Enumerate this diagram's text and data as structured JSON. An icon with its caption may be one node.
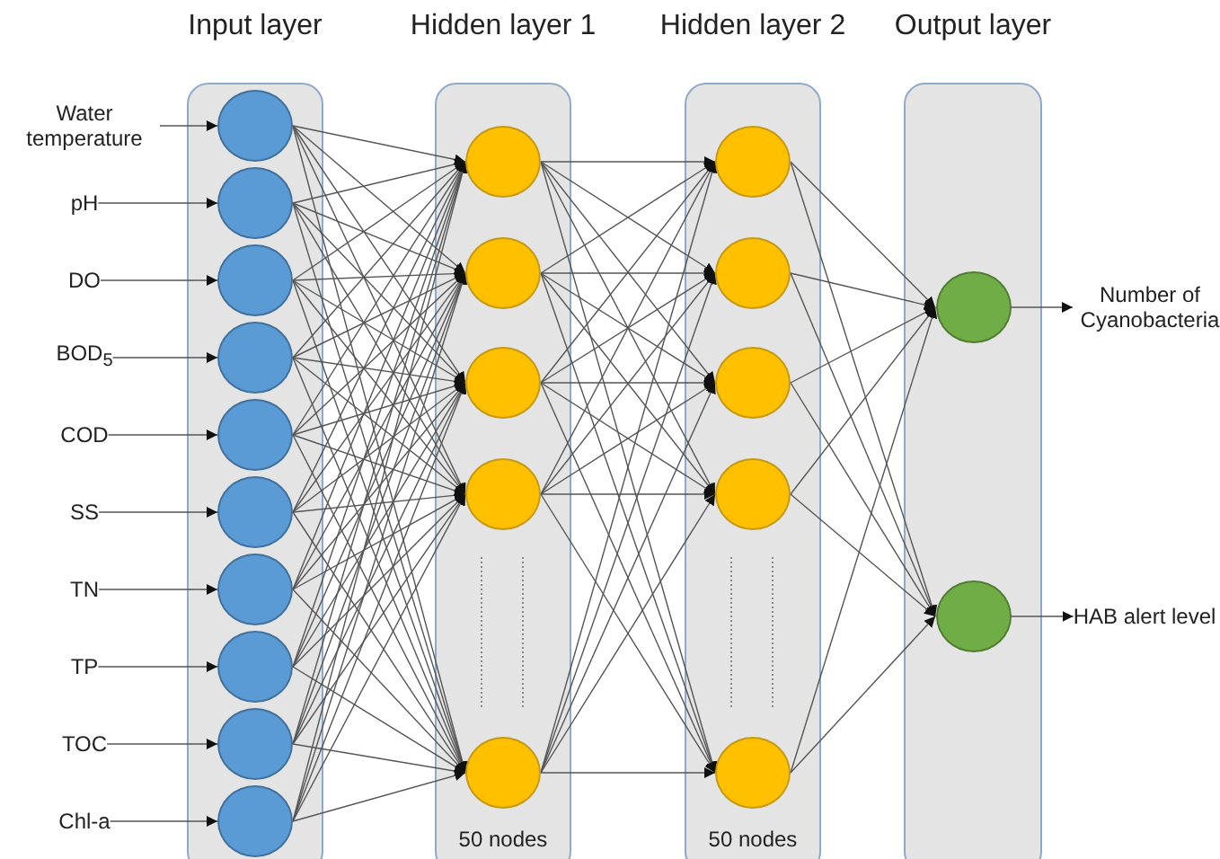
{
  "diagram": {
    "nodes": [
      {
        "text": [
          "Water temperature"
        ]
      },
      {
        "text": [
          "pH"
        ]
      },
      {
        "text": [
          "DO"
        ]
      },
      {
        "text": [
          "BOD$_{5}$"
        ]
      },
      {
        "text": [
          "COD"
        ]
      },
      {
        "text": [
          "SS"
        ]
      },
      {
        "text": [
          "TN"
        ]
      },
      {
        "text": [
          "TP"
        ]
      },
      {
        "text": [
          "TOC"
        ]
      },
      {
        "text": [
          "Chl-a"
        ]
      },
      {
        "text": [
          "Input layer"
        ]
      },
      {
        "text": [],
        "shape": "circle",
        "in": 10
      },
      {
        "text": [],
        "shape": "circle",
        "in": 10
      },
      {
        "text": [],
        "shape": "circle",
        "in": 10
      },
      {
        "text": [],
        "shape": "circle",
        "in": 10
      },
      {
        "text": [],
        "shape": "circle",
        "in": 10
      },
      {
        "text": [],
        "shape": "circle",
        "in": 10
      },
      {
        "text": [],
        "shape": "circle",
        "in": 10
      },
      {
        "text": [],
        "shape": "circle",
        "in": 10
      },
      {
        "text": [],
        "shape": "circle",
        "in": 10
      },
      {
        "text": [],
        "shape": "circle",
        "in": 10
      },
      {
        "text": [
          "Hidden layer 1",
          "50 nodes"
        ]
      },
      {
        "text": [],
        "shape": "circle",
        "in": 21
      },
      {
        "text": [],
        "shape": "circle",
        "in": 21
      },
      {
        "text": [],
        "shape": "circle",
        "in": 21
      },
      {
        "text": [],
        "shape": "circle",
        "in": 21
      },
      {
        "text": [],
        "shape": "circle",
        "in": 21
      },
      {
        "text": [
          "Hidden layer 2",
          "50 nodes"
        ]
      },
      {
        "text": [],
        "shape": "circle",
        "in": 27
      },
      {
        "text": [],
        "shape": "circle",
        "in": 27
      },
      {
        "text": [],
        "shape": "circle",
        "in": 27
      },
      {
        "text": [],
        "shape": "circle",
        "in": 27
      },
      {
        "text": [],
        "shape": "circle",
        "in": 27
      },
      {
        "text": [
          "Output layer"
        ]
      },
      {
        "text": [],
        "shape": "circle",
        "in": 33
      },
      {
        "text": [],
        "shape": "circle",
        "in": 33
      },
      {
        "text": [
          "Number of Cyanobacteria"
        ]
      },
      {
        "text": [
          "HAB alert level"
        ]
      }
    ],
    "edges": [
      {
        "from": 0,
        "to": 11,
        "arrow": "to"
      },
      {
        "from": 1,
        "to": 12,
        "arrow": "to"
      },
      {
        "from": 2,
        "to": 13,
        "arrow": "to"
      },
      {
        "from": 3,
        "to": 14,
        "arrow": "to"
      },
      {
        "from": 4,
        "to": 15,
        "arrow": "to"
      },
      {
        "from": 5,
        "to": 16,
        "arrow": "to"
      },
      {
        "from": 6,
        "to": 17,
        "arrow": "to"
      },
      {
        "from": 7,
        "to": 18,
        "arrow": "to"
      },
      {
        "from": 8,
        "to": 19,
        "arrow": "to"
      },
      {
        "from": 9,
        "to": 20,
        "arrow": "to"
      },
      {
        "from": 11,
        "to": 22,
        "arrow": "to"
      },
      {
        "from": 11,
        "to": 23,
        "arrow": "to"
      },
      {
        "from": 11,
        "to": 24,
        "arrow": "to"
      },
      {
        "from": 11,
        "to": 25,
        "arrow": "to"
      },
      {
        "from": 11,
        "to": 26,
        "arrow": "to"
      },
      {
        "from": 12,
        "to": 22,
        "arrow": "to"
      },
      {
        "from": 12,
        "to": 23,
        "arrow": "to"
      },
      {
        "from": 12,
        "to": 24,
        "arrow": "to"
      },
      {
        "from": 12,
        "to": 25,
        "arrow": "to"
      },
      {
        "from": 12,
        "to": 26,
        "arrow": "to"
      },
      {
        "from": 13,
        "to": 22,
        "arrow": "to"
      },
      {
        "from": 13,
        "to": 23,
        "arrow": "to"
      },
      {
        "from": 13,
        "to": 24,
        "arrow": "to"
      },
      {
        "from": 13,
        "to": 25,
        "arrow": "to"
      },
      {
        "from": 13,
        "to": 26,
        "arrow": "to"
      },
      {
        "from": 14,
        "to": 22,
        "arrow": "to"
      },
      {
        "from": 14,
        "to": 23,
        "arrow": "to"
      },
      {
        "from": 14,
        "to": 24,
        "arrow": "to"
      },
      {
        "from": 14,
        "to": 25,
        "arrow": "to"
      },
      {
        "from": 14,
        "to": 26,
        "arrow": "to"
      },
      {
        "from": 15,
        "to": 22,
        "arrow": "to"
      },
      {
        "from": 15,
        "to": 23,
        "arrow": "to"
      },
      {
        "from": 15,
        "to": 24,
        "arrow": "to"
      },
      {
        "from": 15,
        "to": 25,
        "arrow": "to"
      },
      {
        "from": 15,
        "to": 26,
        "arrow": "to"
      },
      {
        "from": 16,
        "to": 22,
        "arrow": "to"
      },
      {
        "from": 16,
        "to": 23,
        "arrow": "to"
      },
      {
        "from": 16,
        "to": 24,
        "arrow": "to"
      },
      {
        "from": 16,
        "to": 25,
        "arrow": "to"
      },
      {
        "from": 16,
        "to": 26,
        "arrow": "to"
      },
      {
        "from": 17,
        "to": 22,
        "arrow": "to"
      },
      {
        "from": 17,
        "to": 23,
        "arrow": "to"
      },
      {
        "from": 17,
        "to": 24,
        "arrow": "to"
      },
      {
        "from": 17,
        "to": 25,
        "arrow": "to"
      },
      {
        "from": 17,
        "to": 26,
        "arrow": "to"
      },
      {
        "from": 18,
        "to": 22,
        "arrow": "to"
      },
      {
        "from": 18,
        "to": 23,
        "arrow": "to"
      },
      {
        "from": 18,
        "to": 24,
        "arrow": "to"
      },
      {
        "from": 18,
        "to": 25,
        "arrow": "to"
      },
      {
        "from": 18,
        "to": 26,
        "arrow": "to"
      },
      {
        "from": 19,
        "to": 22,
        "arrow": "to"
      },
      {
        "from": 19,
        "to": 23,
        "arrow": "to"
      },
      {
        "from": 19,
        "to": 24,
        "arrow": "to"
      },
      {
        "from": 19,
        "to": 25,
        "arrow": "to"
      },
      {
        "from": 19,
        "to": 26,
        "arrow": "to"
      },
      {
        "from": 20,
        "to": 22,
        "arrow": "to"
      },
      {
        "from": 20,
        "to": 23,
        "arrow": "to"
      },
      {
        "from": 20,
        "to": 24,
        "arrow": "to"
      },
      {
        "from": 20,
        "to": 25,
        "arrow": "to"
      },
      {
        "from": 20,
        "to": 26,
        "arrow": "to"
      },
      {
        "from": 22,
        "to": 28,
        "arrow": "to"
      },
      {
        "from": 22,
        "to": 29,
        "arrow": "to"
      },
      {
        "from": 22,
        "to": 30,
        "arrow": "to"
      },
      {
        "from": 22,
        "to": 31,
        "arrow": "to"
      },
      {
        "from": 22,
        "to": 32,
        "arrow": "to"
      },
      {
        "from": 23,
        "to": 28,
        "arrow": "to"
      },
      {
        "from": 23,
        "to": 29,
        "arrow": "to"
      },
      {
        "from": 23,
        "to": 30,
        "arrow": "to"
      },
      {
        "from": 23,
        "to": 31,
        "arrow": "to"
      },
      {
        "from": 23,
        "to": 32,
        "arrow": "to"
      },
      {
        "from": 24,
        "to": 28,
        "arrow": "to"
      },
      {
        "from": 24,
        "to": 29,
        "arrow": "to"
      },
      {
        "from": 24,
        "to": 30,
        "arrow": "to"
      },
      {
        "from": 24,
        "to": 31,
        "arrow": "to"
      },
      {
        "from": 24,
        "to": 32,
        "arrow": "to"
      },
      {
        "from": 25,
        "to": 28,
        "arrow": "to"
      },
      {
        "from": 25,
        "to": 29,
        "arrow": "to"
      },
      {
        "from": 25,
        "to": 30,
        "arrow": "to"
      },
      {
        "from": 25,
        "to": 31,
        "arrow": "to"
      },
      {
        "from": 25,
        "to": 32,
        "arrow": "to"
      },
      {
        "from": 26,
        "to": 28,
        "arrow": "to"
      },
      {
        "from": 26,
        "to": 29,
        "arrow": "to"
      },
      {
        "from": 26,
        "to": 30,
        "arrow": "to"
      },
      {
        "from": 26,
        "to": 31,
        "arrow": "to"
      },
      {
        "from": 26,
        "to": 32,
        "arrow": "to"
      },
      {
        "from": 28,
        "to": 34,
        "arrow": "to"
      },
      {
        "from": 28,
        "to": 35,
        "arrow": "to"
      },
      {
        "from": 29,
        "to": 34,
        "arrow": "to"
      },
      {
        "from": 29,
        "to": 35,
        "arrow": "to"
      },
      {
        "from": 30,
        "to": 34,
        "arrow": "to"
      },
      {
        "from": 30,
        "to": 35,
        "arrow": "to"
      },
      {
        "from": 31,
        "to": 34,
        "arrow": "to"
      },
      {
        "from": 31,
        "to": 35,
        "arrow": "to"
      },
      {
        "from": 32,
        "to": 34,
        "arrow": "to"
      },
      {
        "from": 32,
        "to": 35,
        "arrow": "to"
      },
      {
        "from": 34,
        "to": 36,
        "arrow": "to"
      },
      {
        "from": 35,
        "to": 37,
        "arrow": "to"
      }
    ]
  }
}
